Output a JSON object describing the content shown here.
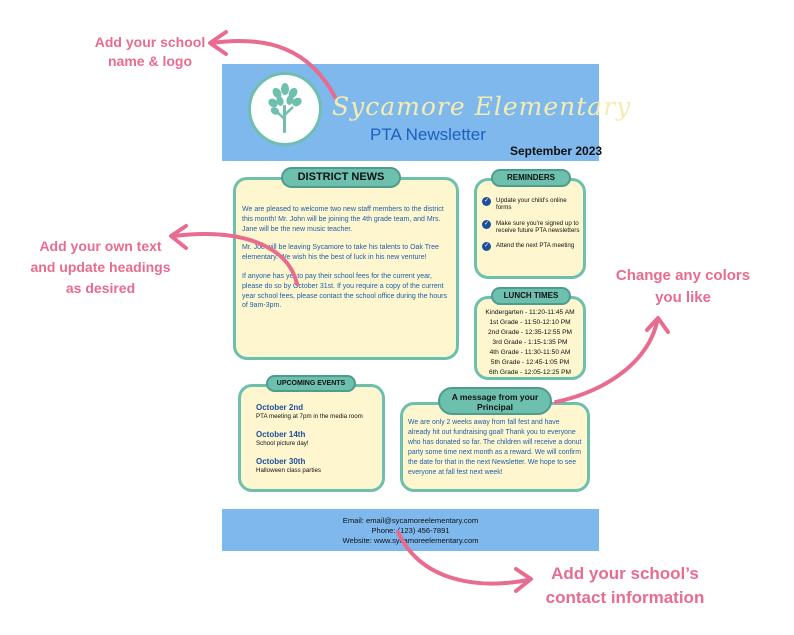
{
  "annotations": {
    "logo": [
      "Add your school",
      "name & logo"
    ],
    "text": [
      "Add your own text",
      "and update headings",
      "as desired"
    ],
    "colors": [
      "Change any colors",
      "you like"
    ],
    "contact": [
      "Add your school’s",
      "contact information"
    ]
  },
  "colors": {
    "annotation": "#e86c8f",
    "header_blue": "#7fb8ec",
    "teal": "#6dbfae",
    "box_fill": "#fdf6cf",
    "text_blue": "#1f5fa8"
  },
  "header": {
    "logo_icon": "tree-icon",
    "school_name": "Sycamore Elementary",
    "subtitle": "PTA Newsletter",
    "date": "September 2023"
  },
  "district_news": {
    "title": "DISTRICT NEWS",
    "paragraphs": [
      "We are pleased to welcome two new staff members to the district this month! Mr. John will be joining the 4th grade team, and Mrs. Jane will be the new music teacher.",
      "Mr. Joe will be leaving Sycamore to take his talents to Oak Tree elementary.  We wish his the best of luck in his new venture!",
      "If anyone has yet to pay their school fees for the current year, please do so by October 31st.  If you require a copy of the current year school fees, please contact the school office during the hours of 9am-3pm."
    ]
  },
  "reminders": {
    "title": "REMINDERS",
    "items": [
      "Update your child's online forms",
      "Make sure you're signed up to receive future PTA newsletters",
      "Attend the next PTA meeting"
    ]
  },
  "lunch_times": {
    "title": "LUNCH TIMES",
    "items": [
      "Kindergarten - 11:20-11:45 AM",
      "1st Grade - 11:50-12:10 PM",
      "2nd Grade - 12:35-12:55 PM",
      "3rd Grade - 1:15-1:35 PM",
      "4th Grade - 11:30-11:50 AM",
      "5th Grade - 12:45-1:05 PM",
      "6th Grade - 12:05-12:25 PM"
    ]
  },
  "upcoming_events": {
    "title": "UPCOMING EVENTS",
    "items": [
      {
        "date": "October 2nd",
        "desc": "PTA meeting at 7pm in the media room"
      },
      {
        "date": "October 14th",
        "desc": "School picture day!"
      },
      {
        "date": "October 30th",
        "desc": "Halloween class parties"
      }
    ]
  },
  "principal": {
    "title": "A message from your Principal",
    "text": "We are only 2 weeks away from fall fest and have already hit out fundraising goal! Thank you to everyone who has donated so far. The children will receive a donut party some time next month as a reward.  We will confirm the date for that in the next Newsletter.  We hope to see everyone at fall fest next week!"
  },
  "footer": {
    "email": "Email: email@sycamoreelementary.com",
    "phone": "Phone: (123) 456-7891",
    "website": "Website: www.sycamoreelementary.com"
  }
}
